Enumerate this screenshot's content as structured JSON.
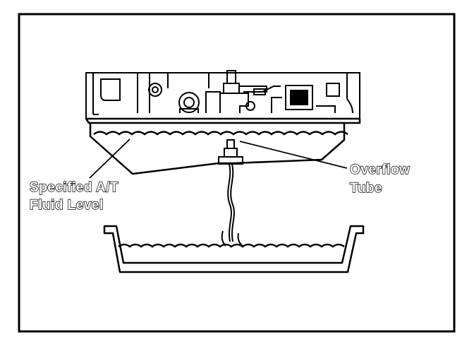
{
  "labels": {
    "fluid_level_line1": "Specified A/T",
    "fluid_level_line2": "Fluid Level",
    "overflow_line1": "Overflow",
    "overflow_line2": "Tube"
  },
  "colors": {
    "ink": "#000000",
    "paper": "#ffffff"
  }
}
